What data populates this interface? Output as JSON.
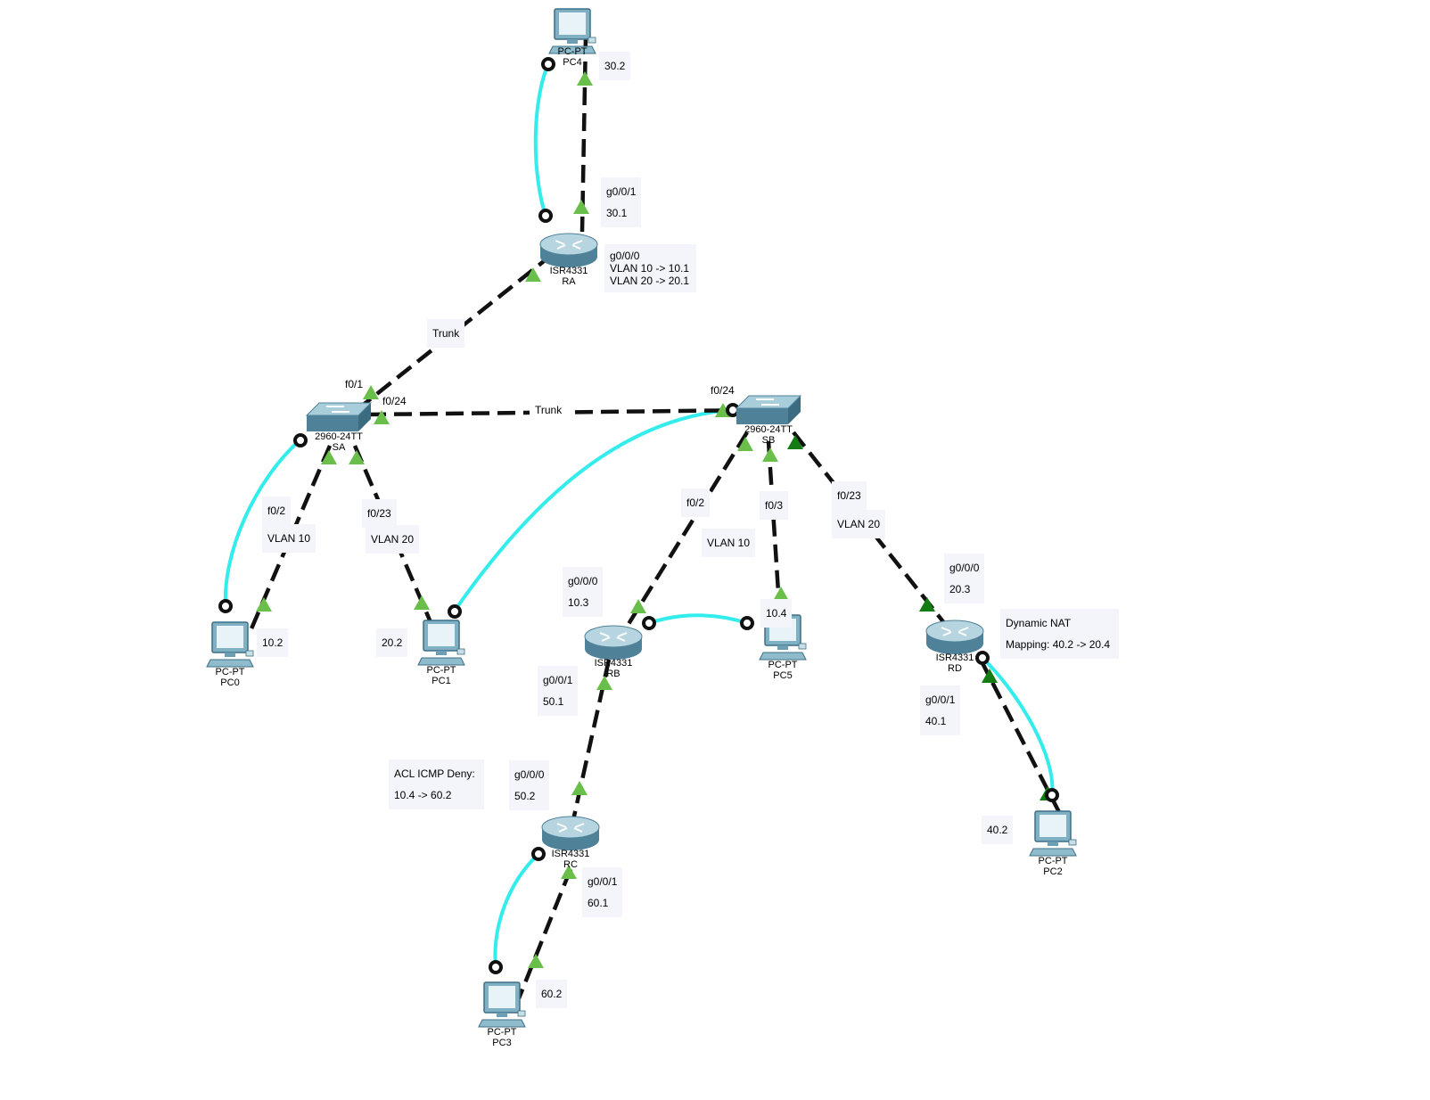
{
  "devices": {
    "pc4": {
      "type": "PC-PT",
      "name": "PC4"
    },
    "ra": {
      "type": "ISR4331",
      "name": "RA"
    },
    "sa": {
      "type": "2960-24TT",
      "name": "SA"
    },
    "sb": {
      "type": "2960-24TT",
      "name": "SB"
    },
    "pc0": {
      "type": "PC-PT",
      "name": "PC0"
    },
    "pc1": {
      "type": "PC-PT",
      "name": "PC1"
    },
    "rb": {
      "type": "ISR4331",
      "name": "RB"
    },
    "pc5": {
      "type": "PC-PT",
      "name": "PC5"
    },
    "rd": {
      "type": "ISR4331",
      "name": "RD"
    },
    "rc": {
      "type": "ISR4331",
      "name": "RC"
    },
    "pc2": {
      "type": "PC-PT",
      "name": "PC2"
    },
    "pc3": {
      "type": "PC-PT",
      "name": "PC3"
    }
  },
  "labels": {
    "pc4_ip": "30.2",
    "ra_g001": "g0/0/1\n30.1",
    "ra_g000": "g0/0/0\nVLAN 10 -> 10.1\nVLAN 20 -> 20.1",
    "trunk_ra_sa": "Trunk",
    "sa_f01": "f0/1",
    "sa_f024": "f0/24",
    "trunk_sa_sb": "Trunk",
    "sb_f024": "f0/24",
    "sa_f02": "f0/2",
    "sa_vlan10": "VLAN 10",
    "sa_f023": "f0/23",
    "sa_vlan20": "VLAN 20",
    "pc0_ip": "10.2",
    "pc1_ip": "20.2",
    "sb_f02": "f0/2",
    "sb_vlan10": "VLAN 10",
    "sb_f03": "f0/3",
    "sb_f023": "f0/23",
    "sb_vlan20": "VLAN 20",
    "rb_g000": "g0/0/0\n10.3",
    "pc5_ip": "10.4",
    "rd_g000": "g0/0/0\n20.3",
    "rd_nat": "Dynamic NAT\nMapping: 40.2 -> 20.4",
    "rb_g001": "g0/0/1\n50.1",
    "rd_g001": "g0/0/1\n40.1",
    "acl": "ACL ICMP Deny:\n10.4 -> 60.2",
    "rc_g000": "g0/0/0\n50.2",
    "pc2_ip": "40.2",
    "rc_g001": "g0/0/1\n60.1",
    "pc3_ip": "60.2"
  },
  "colors": {
    "link": "#111111",
    "console": "#33ecec",
    "up": "#6abf4b",
    "up_dark": "#137d13",
    "label_bg": "#f4f5fa",
    "device": "#5a8fa8"
  }
}
